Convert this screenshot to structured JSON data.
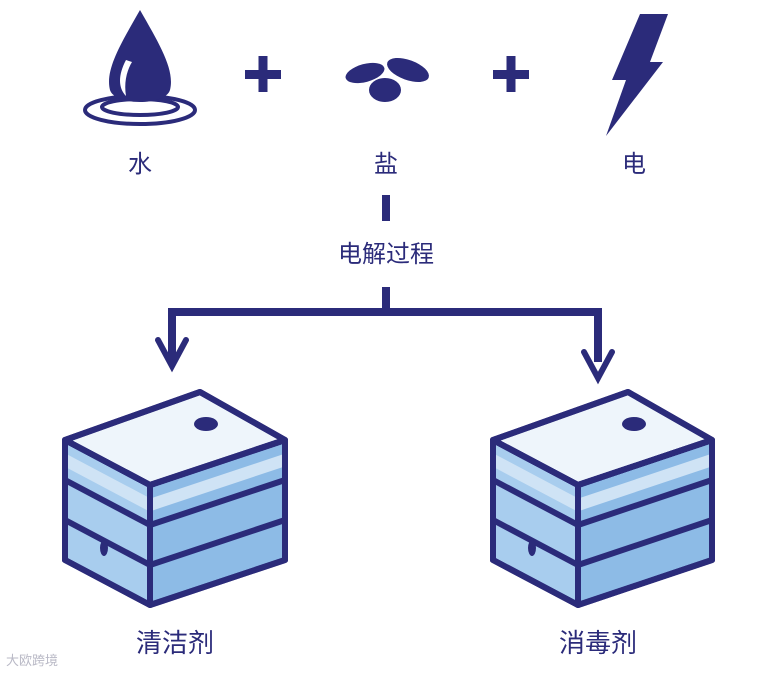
{
  "colors": {
    "navy": "#2b2b7a",
    "water_light": "#cfe3f5",
    "water_mid": "#a8cdee",
    "water_dark": "#8dbbe6",
    "box_top": "#eef5fb"
  },
  "icons": {
    "water": "water-drop-icon",
    "salt": "salt-icon",
    "electricity": "lightning-icon",
    "plus": "plus-icon"
  },
  "inputs": {
    "water_label": "水",
    "salt_label": "盐",
    "electricity_label": "电"
  },
  "process_label": "电解过程",
  "outputs": {
    "left_label": "清洁剂",
    "right_label": "消毒剂"
  },
  "watermark": "大欧跨境"
}
